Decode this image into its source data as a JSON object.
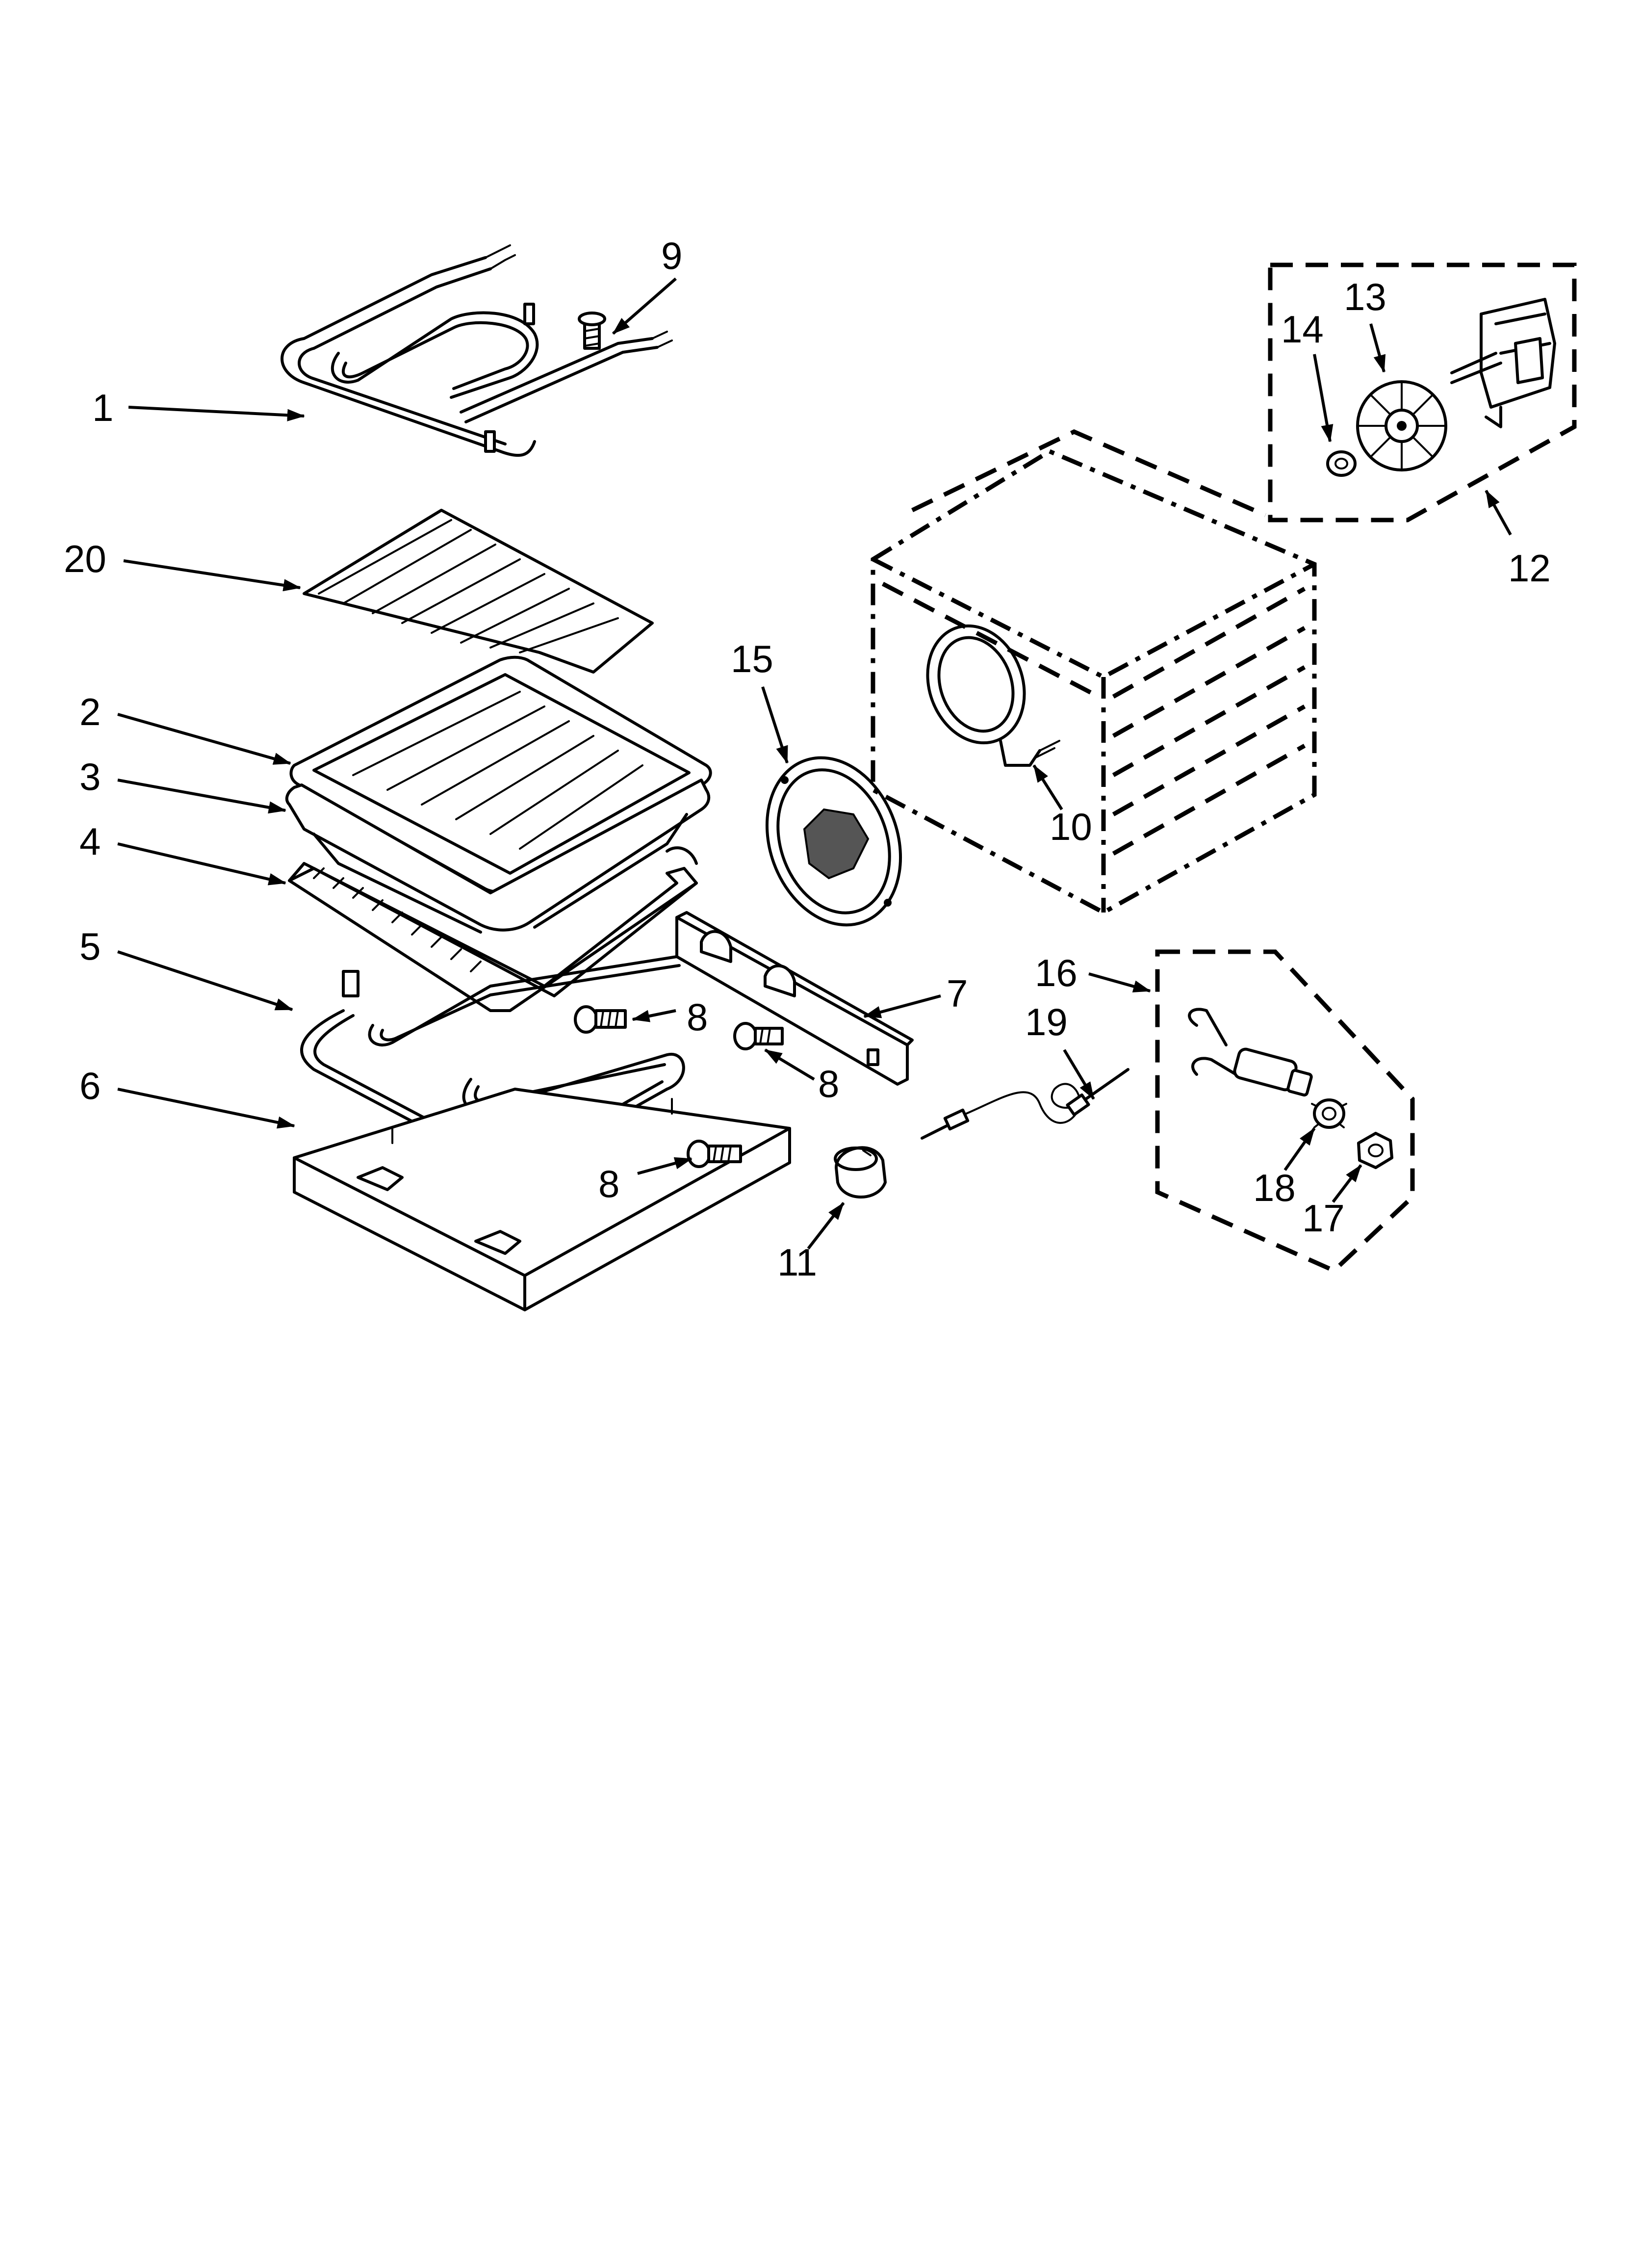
{
  "diagram": {
    "callouts": {
      "p1": "1",
      "p2": "2",
      "p3": "3",
      "p4": "4",
      "p5": "5",
      "p6": "6",
      "p7": "7",
      "p8a": "8",
      "p8b": "8",
      "p8c": "8",
      "p9": "9",
      "p10": "10",
      "p11": "11",
      "p12": "12",
      "p13": "13",
      "p14": "14",
      "p15": "15",
      "p16": "16",
      "p17": "17",
      "p18": "18",
      "p19": "19",
      "p20": "20"
    }
  }
}
